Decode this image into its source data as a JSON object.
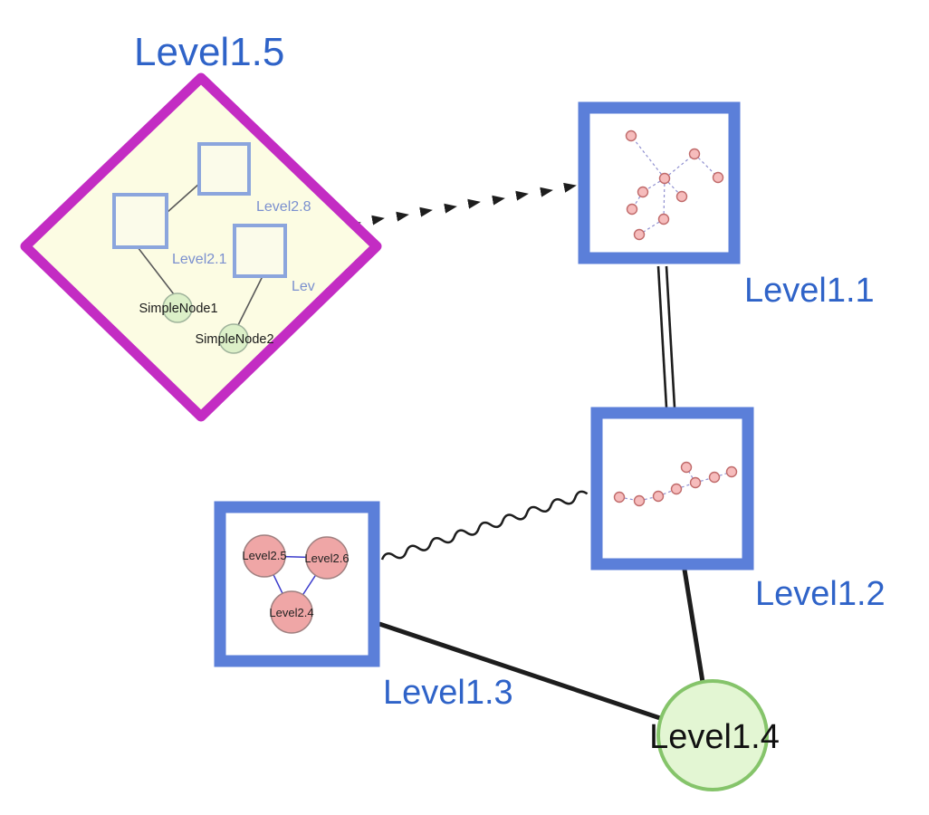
{
  "graph": {
    "level15": {
      "label": "Level1.5"
    },
    "level11": {
      "label": "Level1.1"
    },
    "level12": {
      "label": "Level1.2"
    },
    "level13": {
      "label": "Level1.3"
    },
    "level14": {
      "label": "Level1.4"
    },
    "level28": {
      "label": "Level2.8"
    },
    "level21": {
      "label": "Level2.1"
    },
    "lev": {
      "label": "Lev"
    },
    "simplenode1": {
      "label": "SimpleNode1"
    },
    "simplenode2": {
      "label": "SimpleNode2"
    },
    "level25": {
      "label": "Level2.5"
    },
    "level26": {
      "label": "Level2.6"
    },
    "level24": {
      "label": "Level2.4"
    }
  },
  "colors": {
    "label_blue": "#2f63c8",
    "label_black": "#111111",
    "diamond_border": "#c32cc3",
    "diamond_fill": "#fcfce3",
    "group_border": "#5b7fd9",
    "inner_square_border": "#8ba5dd",
    "green_node_fill": "#dcf0c8",
    "green_node_border": "#9fb39b",
    "pink_node_fill": "#efa6a6",
    "pink_node_border": "#a08080",
    "small_node_fill": "#f6bcbc",
    "small_node_border": "#c06a6a",
    "level14_fill": "#e3f6d3",
    "level14_border": "#85c46a",
    "edge_color": "#1d1d1d",
    "inner_edge_blue": "#3c3ccc"
  }
}
